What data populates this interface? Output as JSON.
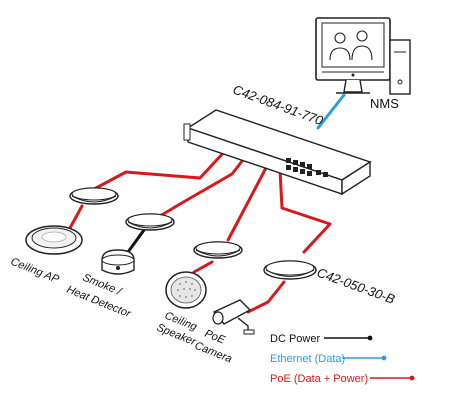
{
  "labels": {
    "switch_model": "C42-084-91-770",
    "nms": "NMS",
    "extender_model": "C42-050-30-B",
    "ceiling_ap": "Ceiling AP",
    "smoke_line1": "Smoke /",
    "smoke_line2": "Heat Detector",
    "speaker_line1": "Ceiling",
    "speaker_line2": "Speaker",
    "camera_line1": "PoE",
    "camera_line2": "Camera"
  },
  "legend": {
    "dc_power": "DC Power",
    "ethernet": "Ethernet (Data)",
    "poe": "PoE (Data + Power)"
  },
  "colors": {
    "dc_power": "#111111",
    "ethernet": "#2a9fd8",
    "poe": "#d7191c"
  }
}
